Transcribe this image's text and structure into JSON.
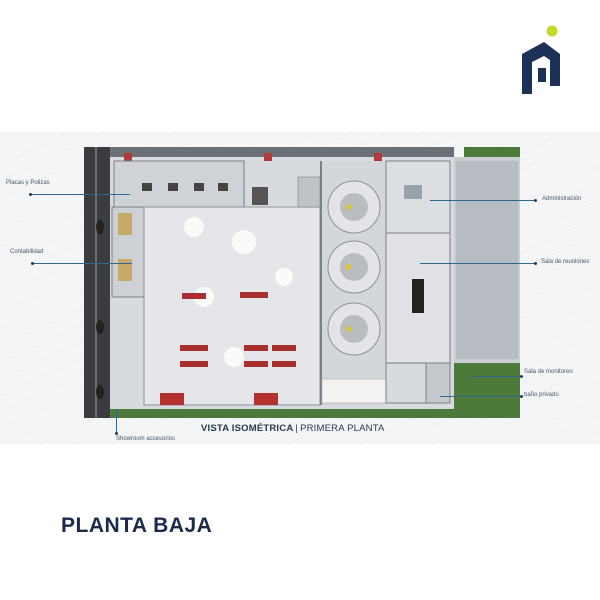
{
  "brand": {
    "accent": "#c5d92d",
    "primary": "#1b3157"
  },
  "labels": {
    "placas": "Placas y Polizas",
    "contabilidad": "Contabilidad",
    "showroom": "Showroom accesorios",
    "administracion": "Administración",
    "reuniones": "Sala de reuniones",
    "monitoreo": "Sala de monitoreo",
    "bano": "baño privado"
  },
  "view_title": {
    "bold": "VISTA ISOMÉTRICA",
    "sep": "|",
    "rest": "PRIMERA PLANTA"
  },
  "heading": "PLANTA BAJA"
}
